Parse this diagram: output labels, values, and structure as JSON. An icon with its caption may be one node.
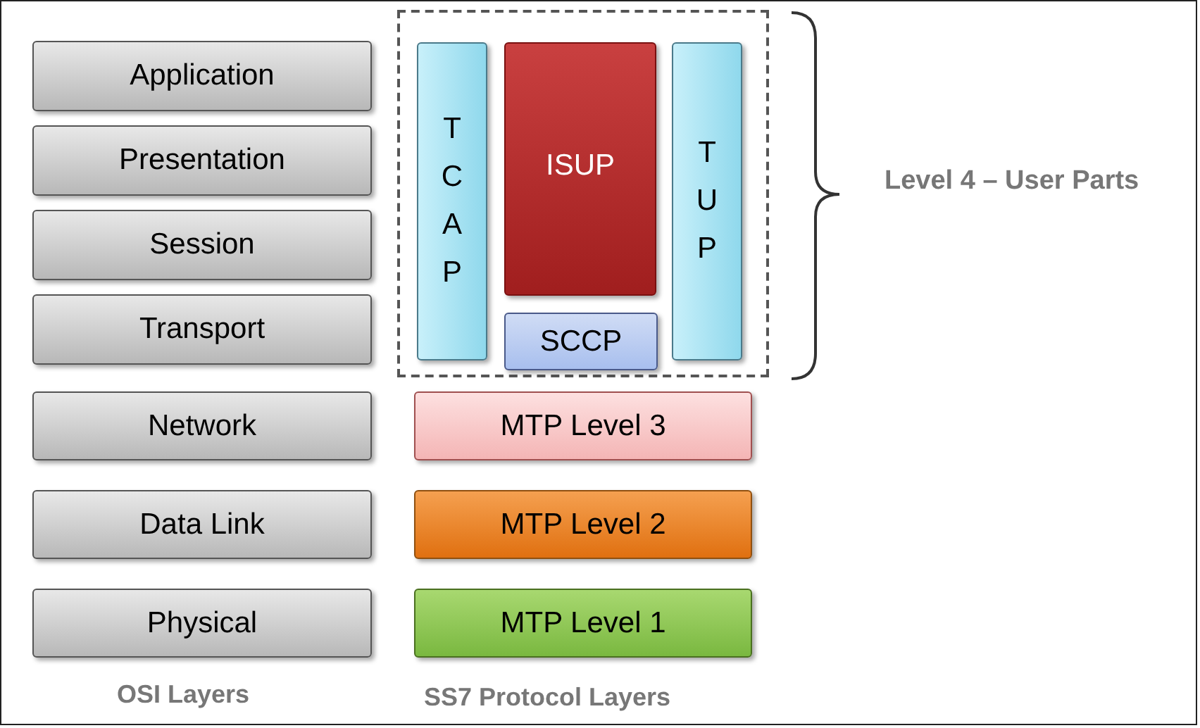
{
  "diagram": {
    "nodes": [
      {
        "text": [
          "Application"
        ]
      },
      {
        "text": [
          "Presentation"
        ]
      },
      {
        "text": [
          "Session"
        ]
      },
      {
        "text": [
          "Transport"
        ]
      },
      {
        "text": [
          "Network"
        ]
      },
      {
        "text": [
          "Data Link"
        ]
      },
      {
        "text": [
          "Physical"
        ]
      },
      {
        "text": [],
        "shape": "box"
      },
      {
        "text": [
          "T C A P"
        ],
        "in": 7
      },
      {
        "text": [
          "ISUP"
        ],
        "in": 7
      },
      {
        "text": [
          "SCCP"
        ],
        "in": 7
      },
      {
        "text": [
          "T U P"
        ],
        "in": 7
      },
      {
        "text": [
          "MTP  Level 3"
        ]
      },
      {
        "text": [
          "MTP  Level 2"
        ]
      },
      {
        "text": [
          "MTP Level 1"
        ]
      }
    ],
    "edges": [],
    "labels": [
      "Level 4 – User Parts",
      "OSI Layers",
      "SS7 Protocol Layers"
    ]
  }
}
